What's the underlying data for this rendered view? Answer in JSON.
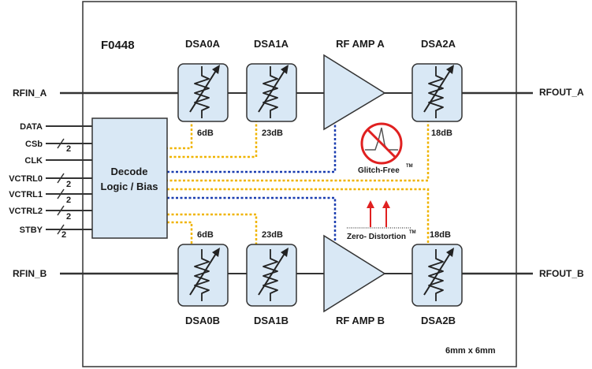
{
  "chip": {
    "part": "F0448",
    "size": "6mm x 6mm"
  },
  "ports": {
    "rfin_a": "RFIN_A",
    "rfout_a": "RFOUT_A",
    "rfin_b": "RFIN_B",
    "rfout_b": "RFOUT_B"
  },
  "pins": {
    "data": "DATA",
    "csb": "CSb",
    "clk": "CLK",
    "vctrl0": "VCTRL0",
    "vctrl1": "VCTRL1",
    "vctrl2": "VCTRL2",
    "stby": "STBY",
    "bus_width": "2"
  },
  "decode": {
    "line1": "Decode",
    "line2": "Logic / Bias"
  },
  "path_a": {
    "dsa0": {
      "name": "DSA0A",
      "atten": "6dB"
    },
    "dsa1": {
      "name": "DSA1A",
      "atten": "23dB"
    },
    "amp": "RF AMP A",
    "dsa2": {
      "name": "DSA2A",
      "atten": "18dB"
    }
  },
  "path_b": {
    "dsa0": {
      "name": "DSA0B",
      "atten": "6dB"
    },
    "dsa1": {
      "name": "DSA1B",
      "atten": "23dB"
    },
    "amp": "RF AMP B",
    "dsa2": {
      "name": "DSA2B",
      "atten": "18dB"
    }
  },
  "badges": {
    "glitch_free": "Glitch-Free",
    "zero_distortion": "Zero- Distortion",
    "tm": "TM"
  },
  "colors": {
    "dsa_fill": "#d9e8f5",
    "control_yellow": "#f0b400",
    "control_blue": "#1a3db0",
    "badge_red": "#e02020"
  }
}
